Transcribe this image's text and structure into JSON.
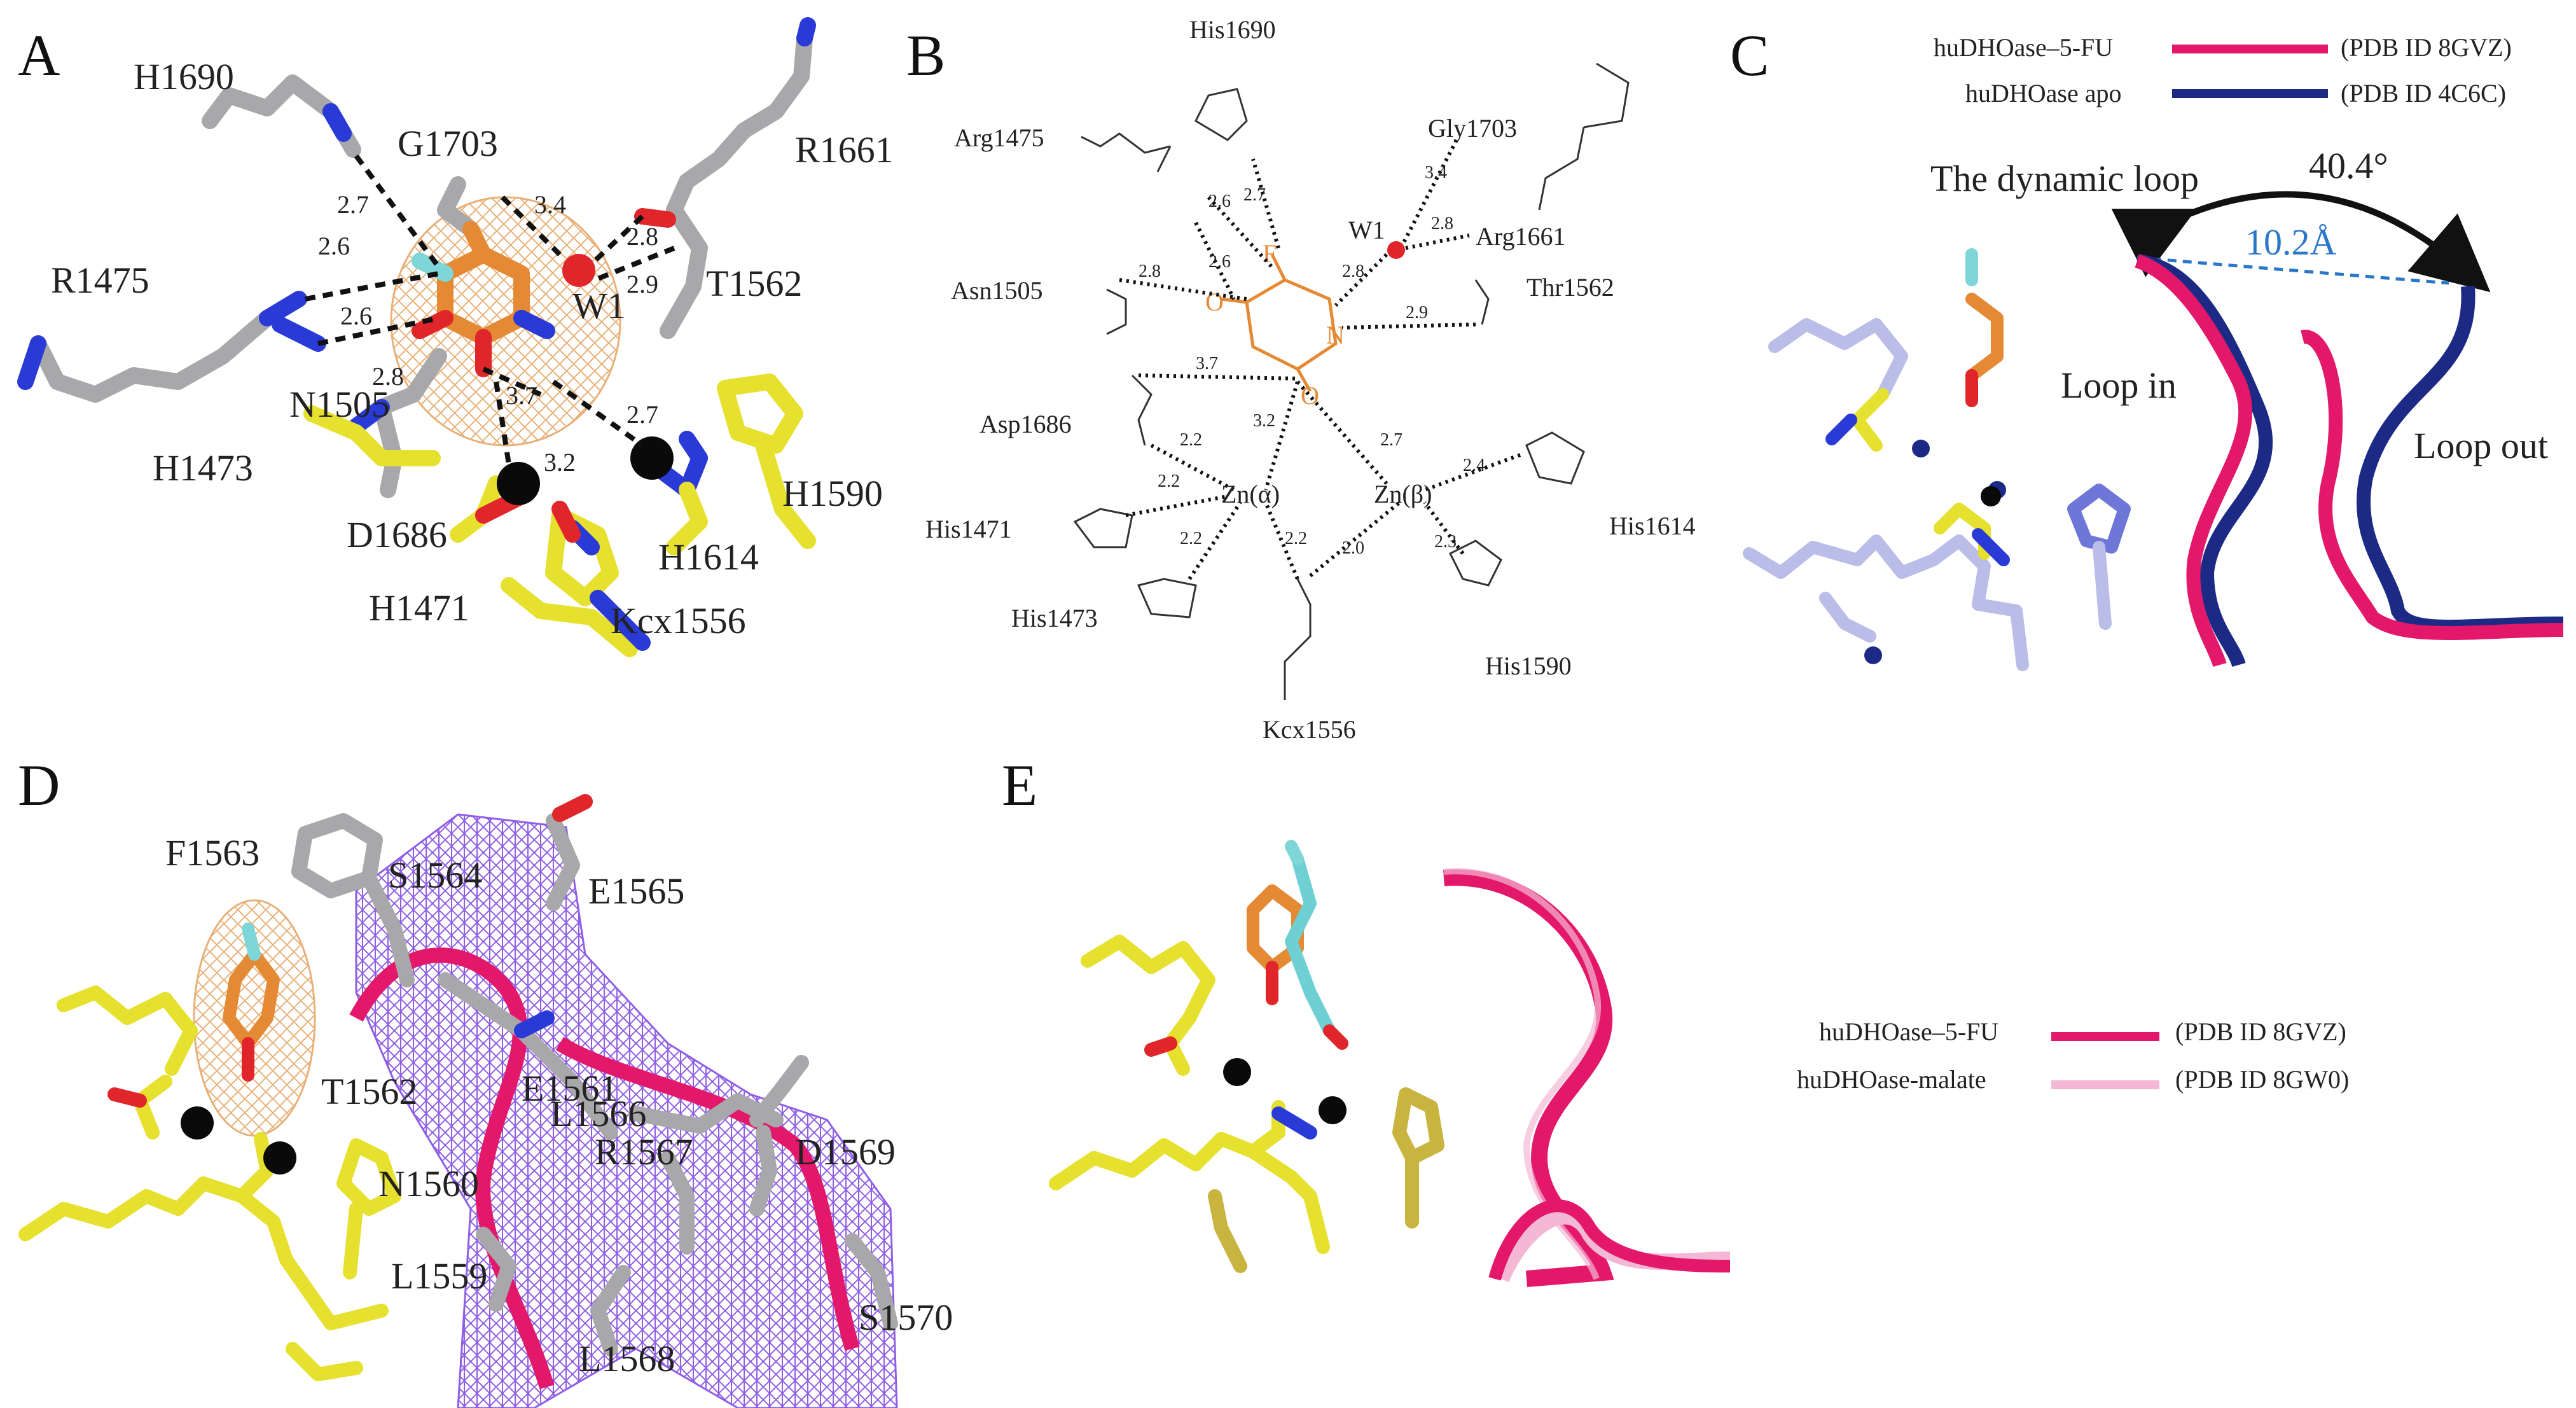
{
  "colors": {
    "carbon_yellow": "#e6e02e",
    "carbon_grey": "#a8a8aa",
    "carbon_orange": "#e58a34",
    "nitrogen": "#2a3ad6",
    "oxygen": "#e0262a",
    "fluorine": "#7fd6d8",
    "zinc": "#0a0a0a",
    "pink_loop": "#e3186a",
    "navy_loop": "#1c2a86",
    "lightpink_loop": "#f4b8d6",
    "mesh_orange": "#e8b078",
    "mesh_purple": "#8a56e6",
    "ligand_cyan": "#6ed0d2",
    "distance_blue": "#2a77c8"
  },
  "panels": {
    "A": {
      "label": "A",
      "residues": [
        "H1690",
        "G1703",
        "R1661",
        "R1475",
        "T1562",
        "W1",
        "N1505",
        "H1473",
        "D1686",
        "H1590",
        "H1614",
        "H1471",
        "Kcx1556"
      ],
      "distances": [
        "2.7",
        "3.4",
        "2.8",
        "2.6",
        "2.9",
        "2.6",
        "2.8",
        "3.7",
        "2.7",
        "3.2"
      ]
    },
    "B": {
      "label": "B",
      "residues": [
        "His1690",
        "Arg1475",
        "Gly1703",
        "W1",
        "Arg1661",
        "Asn1505",
        "Thr1562",
        "Asp1686",
        "His1471",
        "His1473",
        "Kcx1556",
        "His1614",
        "His1590",
        "Zn(α)",
        "Zn(β)"
      ],
      "atoms": {
        "F": "F",
        "O": "O",
        "N": "N"
      },
      "distances": [
        "2.7",
        "2.6",
        "2.6",
        "2.8",
        "3.4",
        "2.8",
        "2.8",
        "2.9",
        "3.7",
        "3.2",
        "2.7",
        "2.2",
        "2.2",
        "2.2",
        "2.2",
        "2.0",
        "2.4",
        "2.3"
      ]
    },
    "C": {
      "label": "C",
      "legend": [
        {
          "name": "huDHOase–5-FU",
          "pdb": "(PDB ID 8GVZ)",
          "color": "#e3186a"
        },
        {
          "name": "huDHOase apo",
          "pdb": "(PDB ID 4C6C)",
          "color": "#1c2a86"
        }
      ],
      "dynamic_loop": "The dynamic loop",
      "angle": "40.4°",
      "distance": "10.2Å",
      "loop_in": "Loop in",
      "loop_out": "Loop out"
    },
    "D": {
      "label": "D",
      "residues": [
        "F1563",
        "S1564",
        "E1565",
        "E1561",
        "L1566",
        "T1562",
        "R1567",
        "D1569",
        "N1560",
        "L1559",
        "S1570",
        "L1568"
      ]
    },
    "E": {
      "label": "E",
      "legend": [
        {
          "name": "huDHOase–5-FU",
          "pdb": "(PDB ID 8GVZ)",
          "color": "#e3186a"
        },
        {
          "name": "huDHOase-malate",
          "pdb": "(PDB ID 8GW0)",
          "color": "#f4b8d6"
        }
      ]
    }
  }
}
